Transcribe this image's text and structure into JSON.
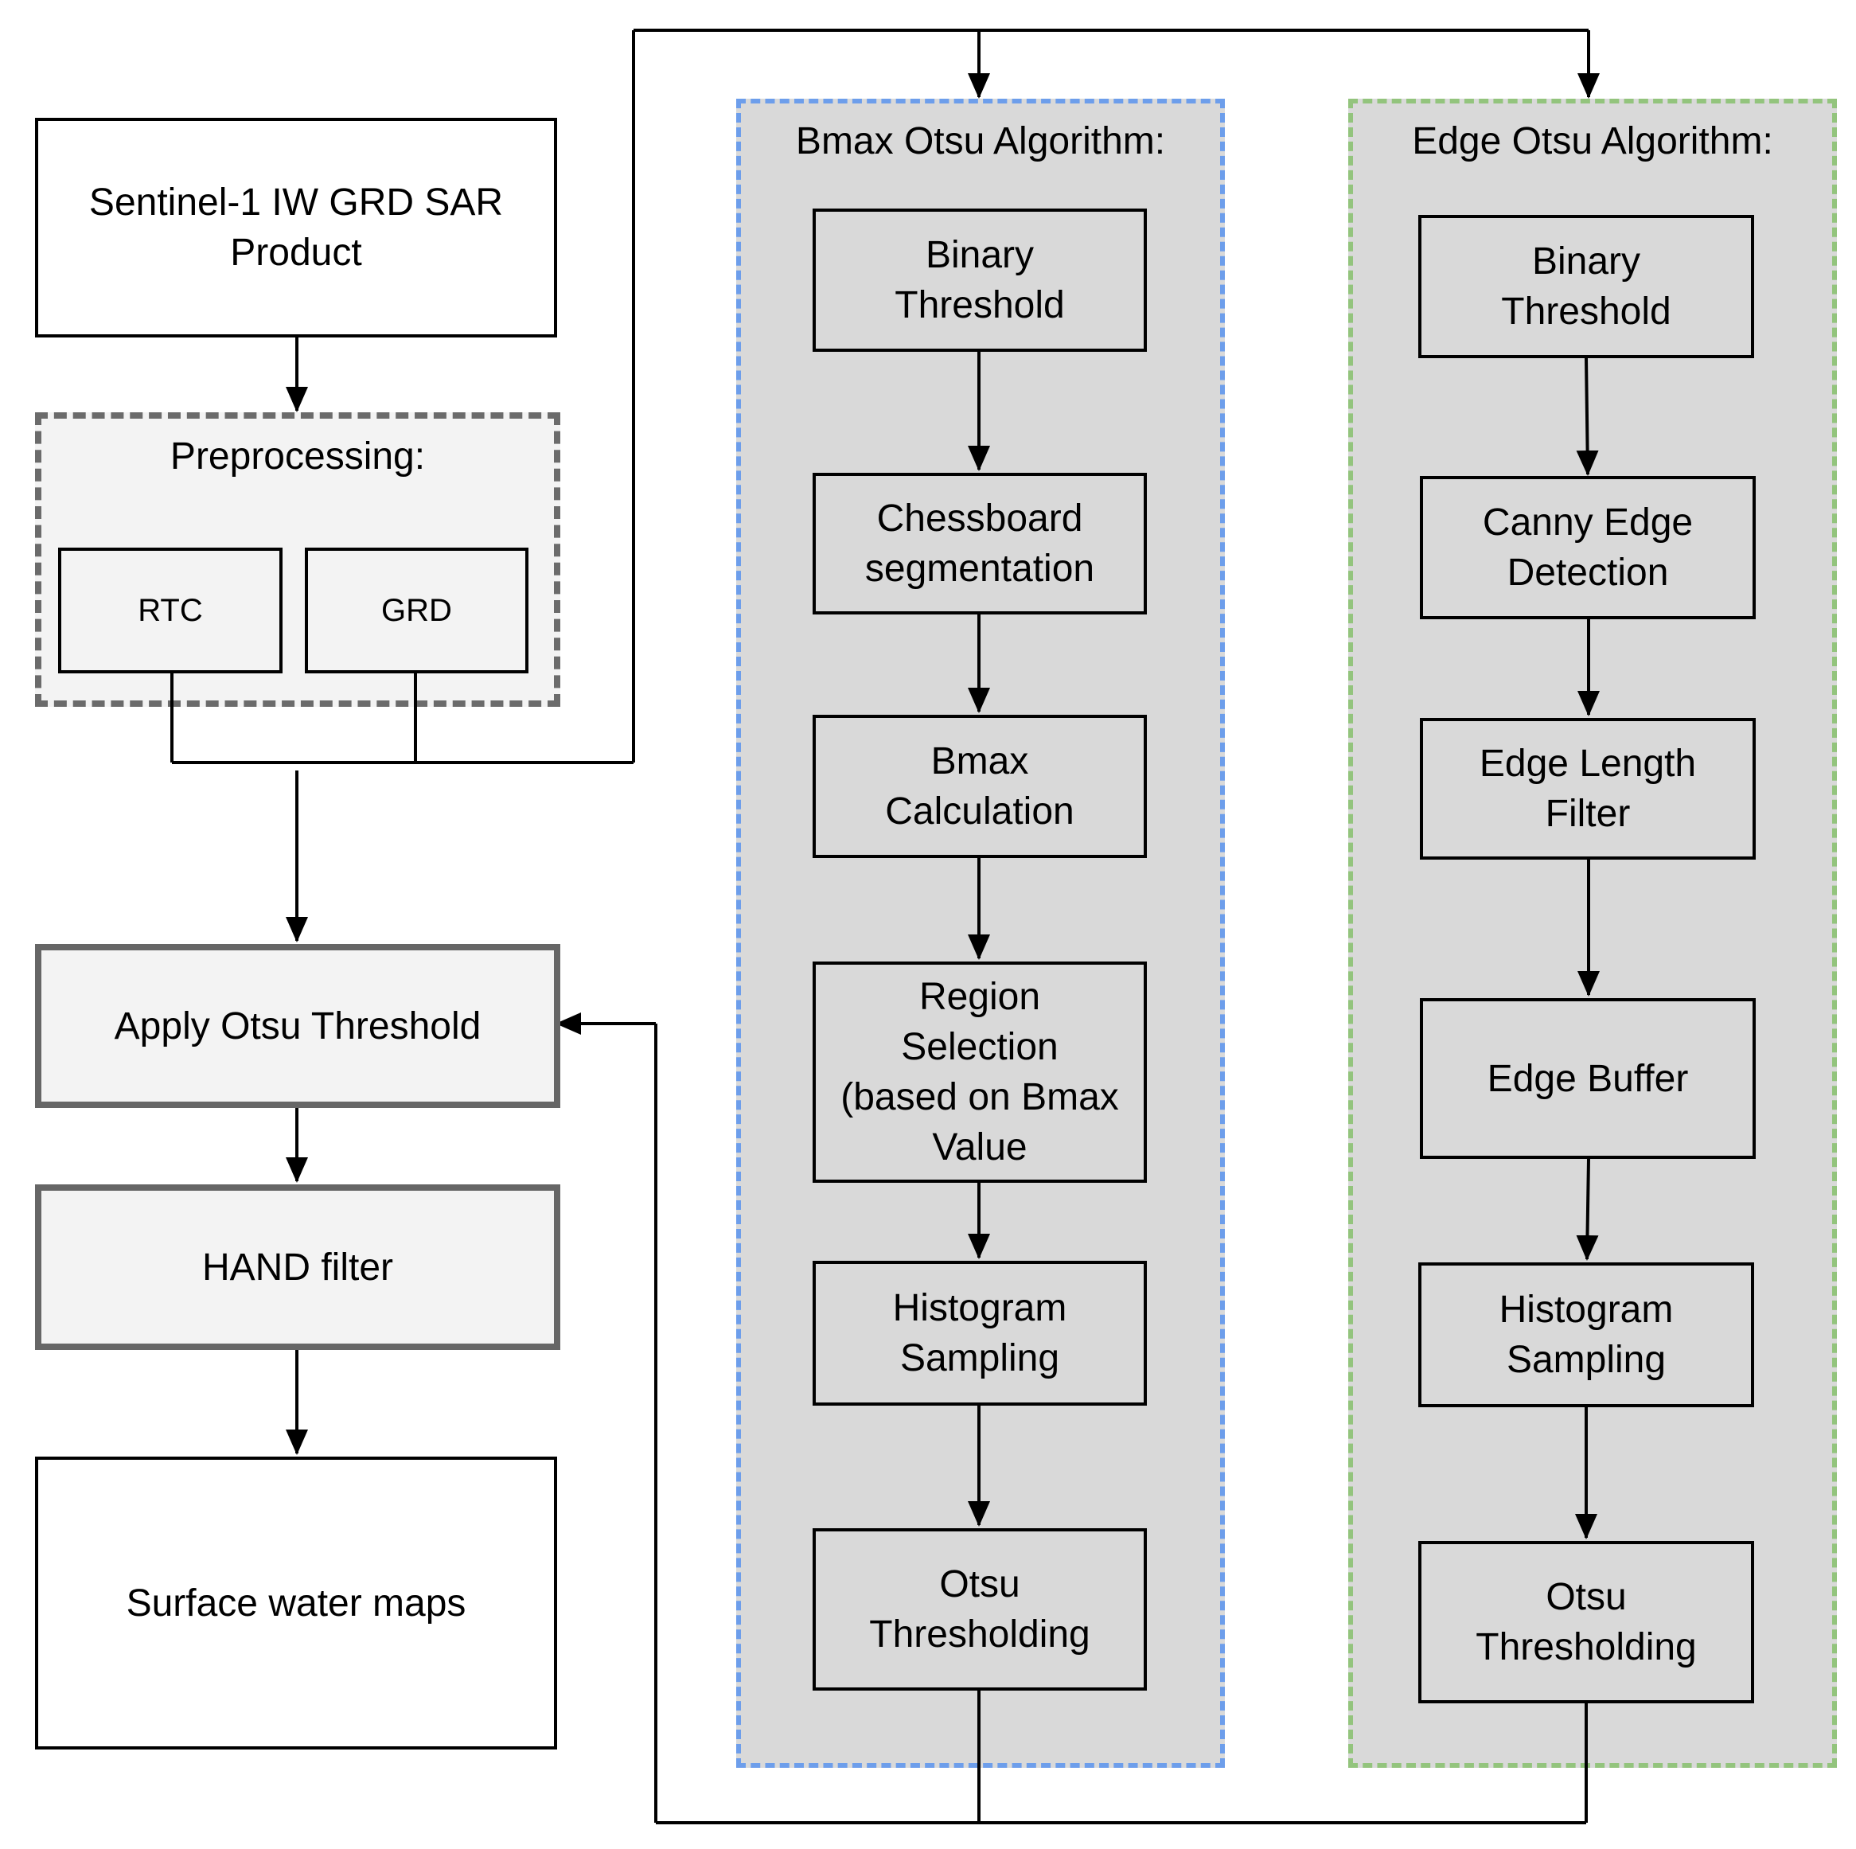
{
  "diagram": {
    "source_box": "Sentinel-1 IW GRD SAR\nProduct",
    "preprocessing": {
      "title": "Preprocessing:",
      "rtc": "RTC",
      "grd": "GRD"
    },
    "apply_otsu": "Apply Otsu Threshold",
    "hand_filter": "HAND filter",
    "output": "Surface water maps",
    "bmax": {
      "title": "Bmax Otsu Algorithm:",
      "steps": [
        "Binary\nThreshold",
        "Chessboard\nsegmentation",
        "Bmax\nCalculation",
        "Region\nSelection\n(based on Bmax\nValue",
        "Histogram\nSampling",
        "Otsu\nThresholding"
      ]
    },
    "edge": {
      "title": "Edge Otsu Algorithm:",
      "steps": [
        "Binary\nThreshold",
        "Canny Edge\nDetection",
        "Edge Length\nFilter",
        "Edge Buffer",
        "Histogram\nSampling",
        "Otsu\nThresholding"
      ]
    }
  }
}
